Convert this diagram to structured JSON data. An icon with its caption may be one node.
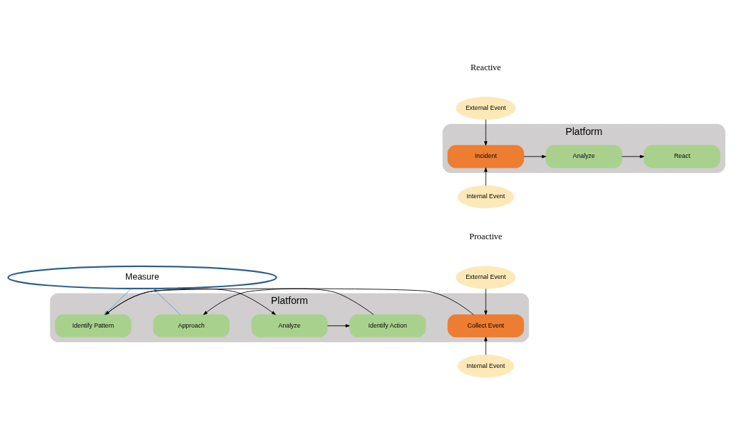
{
  "diagram": {
    "nodes": [
      {
        "text": [
          "External Event"
        ]
      },
      {
        "text": [
          "Platform"
        ]
      },
      {
        "text": [
          "Incident"
        ],
        "in": 1
      },
      {
        "text": [
          "Analyze"
        ],
        "in": 1
      },
      {
        "text": [
          "React"
        ],
        "in": 1
      },
      {
        "text": [
          "Internal Event"
        ]
      },
      {
        "text": [
          "External Event"
        ]
      },
      {
        "text": [
          "Measure"
        ]
      },
      {
        "text": [
          "Platform"
        ]
      },
      {
        "text": [
          "Collect Event"
        ],
        "in": 8
      },
      {
        "text": [
          "Identify Pattern"
        ],
        "in": 8
      },
      {
        "text": [
          "Analyze"
        ],
        "in": 8
      },
      {
        "text": [
          "Identify Action"
        ],
        "in": 8
      },
      {
        "text": [
          "Approach"
        ],
        "in": 8
      },
      {
        "text": [
          "Internal Event"
        ]
      }
    ],
    "edges": [
      {
        "from": 0,
        "to": 2,
        "arrow": "to"
      },
      {
        "from": 5,
        "to": 2,
        "arrow": "to"
      },
      {
        "from": 2,
        "to": 3,
        "arrow": "to"
      },
      {
        "from": 3,
        "to": 4,
        "arrow": "to"
      },
      {
        "from": 6,
        "to": 9,
        "arrow": "to"
      },
      {
        "from": 14,
        "to": 9,
        "arrow": "to"
      },
      {
        "from": 9,
        "to": 10,
        "arrow": "to"
      },
      {
        "from": 10,
        "to": 11,
        "arrow": "to"
      },
      {
        "from": 11,
        "to": 12,
        "arrow": "to"
      },
      {
        "from": 12,
        "to": 13,
        "arrow": "to"
      },
      {
        "from": 13,
        "to": 7,
        "arrow": "to",
        "color": "#5b9bd5"
      },
      {
        "from": 7,
        "to": 10,
        "arrow": "to",
        "color": "#5b9bd5"
      }
    ],
    "labels": [
      "Reactive",
      "Proactive"
    ]
  }
}
